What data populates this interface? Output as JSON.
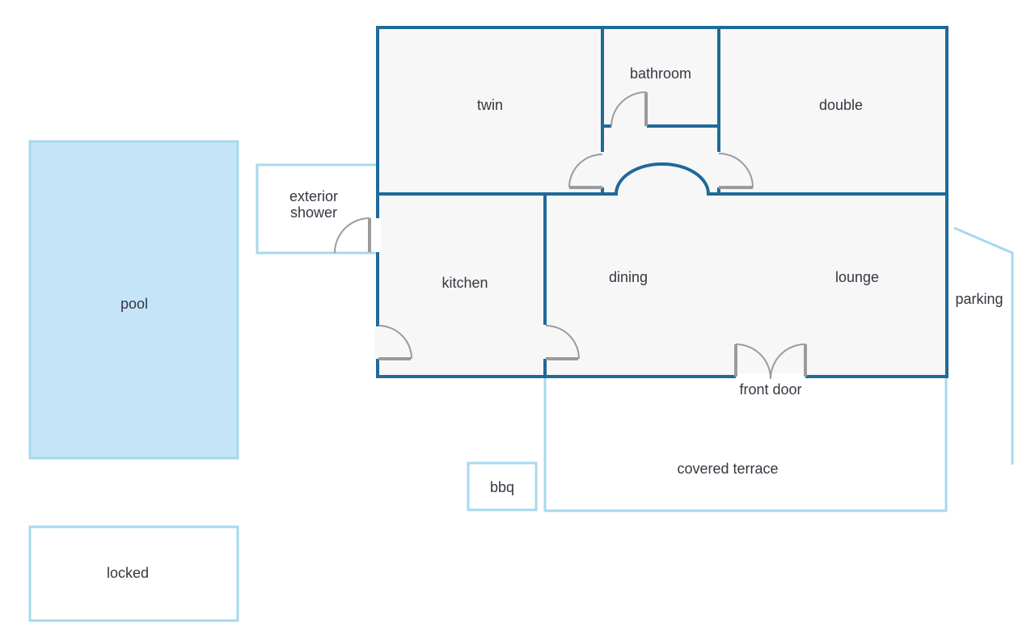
{
  "colors": {
    "interior_fill": "#f7f7f7",
    "wall": "#1f6a99",
    "exterior_outline": "#a7d8ee",
    "pool_fill": "#c5e4f8",
    "door": "#9b9b9b",
    "label": "#333840"
  },
  "rooms": {
    "twin": "twin",
    "bathroom": "bathroom",
    "double": "double",
    "kitchen": "kitchen",
    "dining": "dining",
    "lounge": "lounge"
  },
  "exterior": {
    "pool": "pool",
    "exterior_shower_line1": "exterior",
    "exterior_shower_line2": "shower",
    "parking": "parking",
    "front_door": "front door",
    "covered_terrace": "covered terrace",
    "bbq": "bbq",
    "locked": "locked"
  }
}
